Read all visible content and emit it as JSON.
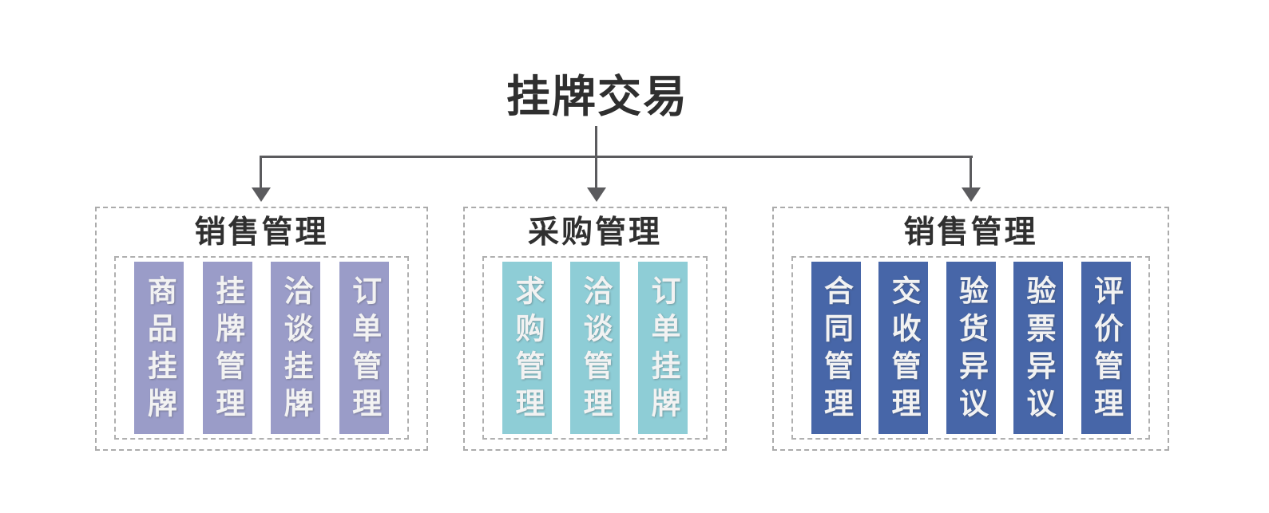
{
  "title": "挂牌交易",
  "colors": {
    "purple": "#9a9cc8",
    "teal": "#8ecdd6",
    "blue": "#4766a8",
    "connector": "#5b5b5e",
    "header_text": "#303030",
    "bar_text": "#f2f2f2",
    "dashed_border": "#ababab"
  },
  "groups": [
    {
      "header": "销售管理",
      "items": [
        "商品挂牌",
        "挂牌管理",
        "洽谈挂牌",
        "订单管理"
      ]
    },
    {
      "header": "采购管理",
      "items": [
        "求购管理",
        "洽谈管理",
        "订单挂牌"
      ]
    },
    {
      "header": "销售管理",
      "items": [
        "合同管理",
        "交收管理",
        "验货异议",
        "验票异议",
        "评价管理"
      ]
    }
  ]
}
